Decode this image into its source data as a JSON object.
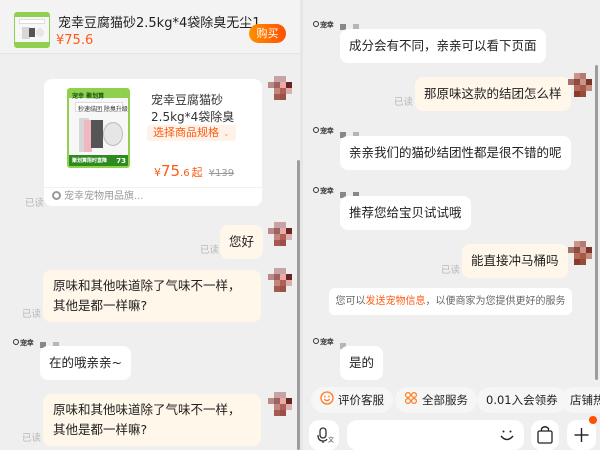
{
  "colors": {
    "accent": "#ff5a14",
    "buy_gradient_start": "#ff9000",
    "buy_gradient_end": "#ff5000",
    "self_bubble": "#fff7e9",
    "other_bubble": "#ffffff",
    "thumb_green": "#8fd14f"
  },
  "product_bar": {
    "title": "宠幸豆腐猫砂2.5kg*4袋除臭无尘1...",
    "price": "¥75.6",
    "buy_label": "购买",
    "thumb_banner": "秒速结团 除臭升级",
    "thumb_badge": "73"
  },
  "product_card": {
    "title": "宠幸豆腐猫砂2.5kg*4袋除臭无...",
    "spec_label": "选择商品规格",
    "price_currency": "¥",
    "price_int": "75",
    "price_dec": ".6",
    "price_suffix": "起",
    "original_price": "¥139",
    "shop_name": "宠幸宠物用品旗...",
    "thumb_brand": "宠幸 聚划算",
    "thumb_banner": "秒速结团 除臭升级",
    "thumb_footer": "聚划算限时直降",
    "thumb_badge": "73"
  },
  "shop_logo_text": "宠幸",
  "read_label": "已读",
  "left_messages": [
    {
      "side": "me",
      "text": "您好",
      "read": "已读"
    },
    {
      "side": "me",
      "text": "原味和其他味道除了气味不一样，其他是都一样嘛?",
      "read": "已读"
    },
    {
      "side": "them",
      "text": "在的哦亲亲~"
    },
    {
      "side": "me",
      "text": "原味和其他味道除了气味不一样，其他是都一样嘛?",
      "read": "已读"
    }
  ],
  "right_messages": [
    {
      "side": "them",
      "text": "成分会有不同，亲亲可以看下页面"
    },
    {
      "side": "me",
      "text": "那原味这款的结团怎么样",
      "read": "已读"
    },
    {
      "side": "them",
      "text": "亲亲我们的猫砂结团性都是很不错的呢"
    },
    {
      "side": "them",
      "text": "推荐您给宝贝试试哦"
    },
    {
      "side": "me",
      "text": "能直接冲马桶吗",
      "read": "已读"
    },
    {
      "side": "them",
      "text": "是的"
    }
  ],
  "system_message": {
    "prefix": "您可以",
    "link": "发送宠物信息",
    "suffix": "，以便商家为您提供更好的服务"
  },
  "quick_actions": [
    {
      "icon": "smile-icon",
      "label": "评价客服"
    },
    {
      "icon": "grid-icon",
      "label": "全部服务"
    },
    {
      "icon": "",
      "label": "0.01入会领券"
    },
    {
      "icon": "",
      "label": "店铺热"
    }
  ],
  "composer": {
    "placeholder": "",
    "voice_icon": "voice-icon",
    "emoji_icon": "emoji-icon",
    "bag_icon": "shopping-bag-icon",
    "plus_icon": "plus-icon"
  }
}
